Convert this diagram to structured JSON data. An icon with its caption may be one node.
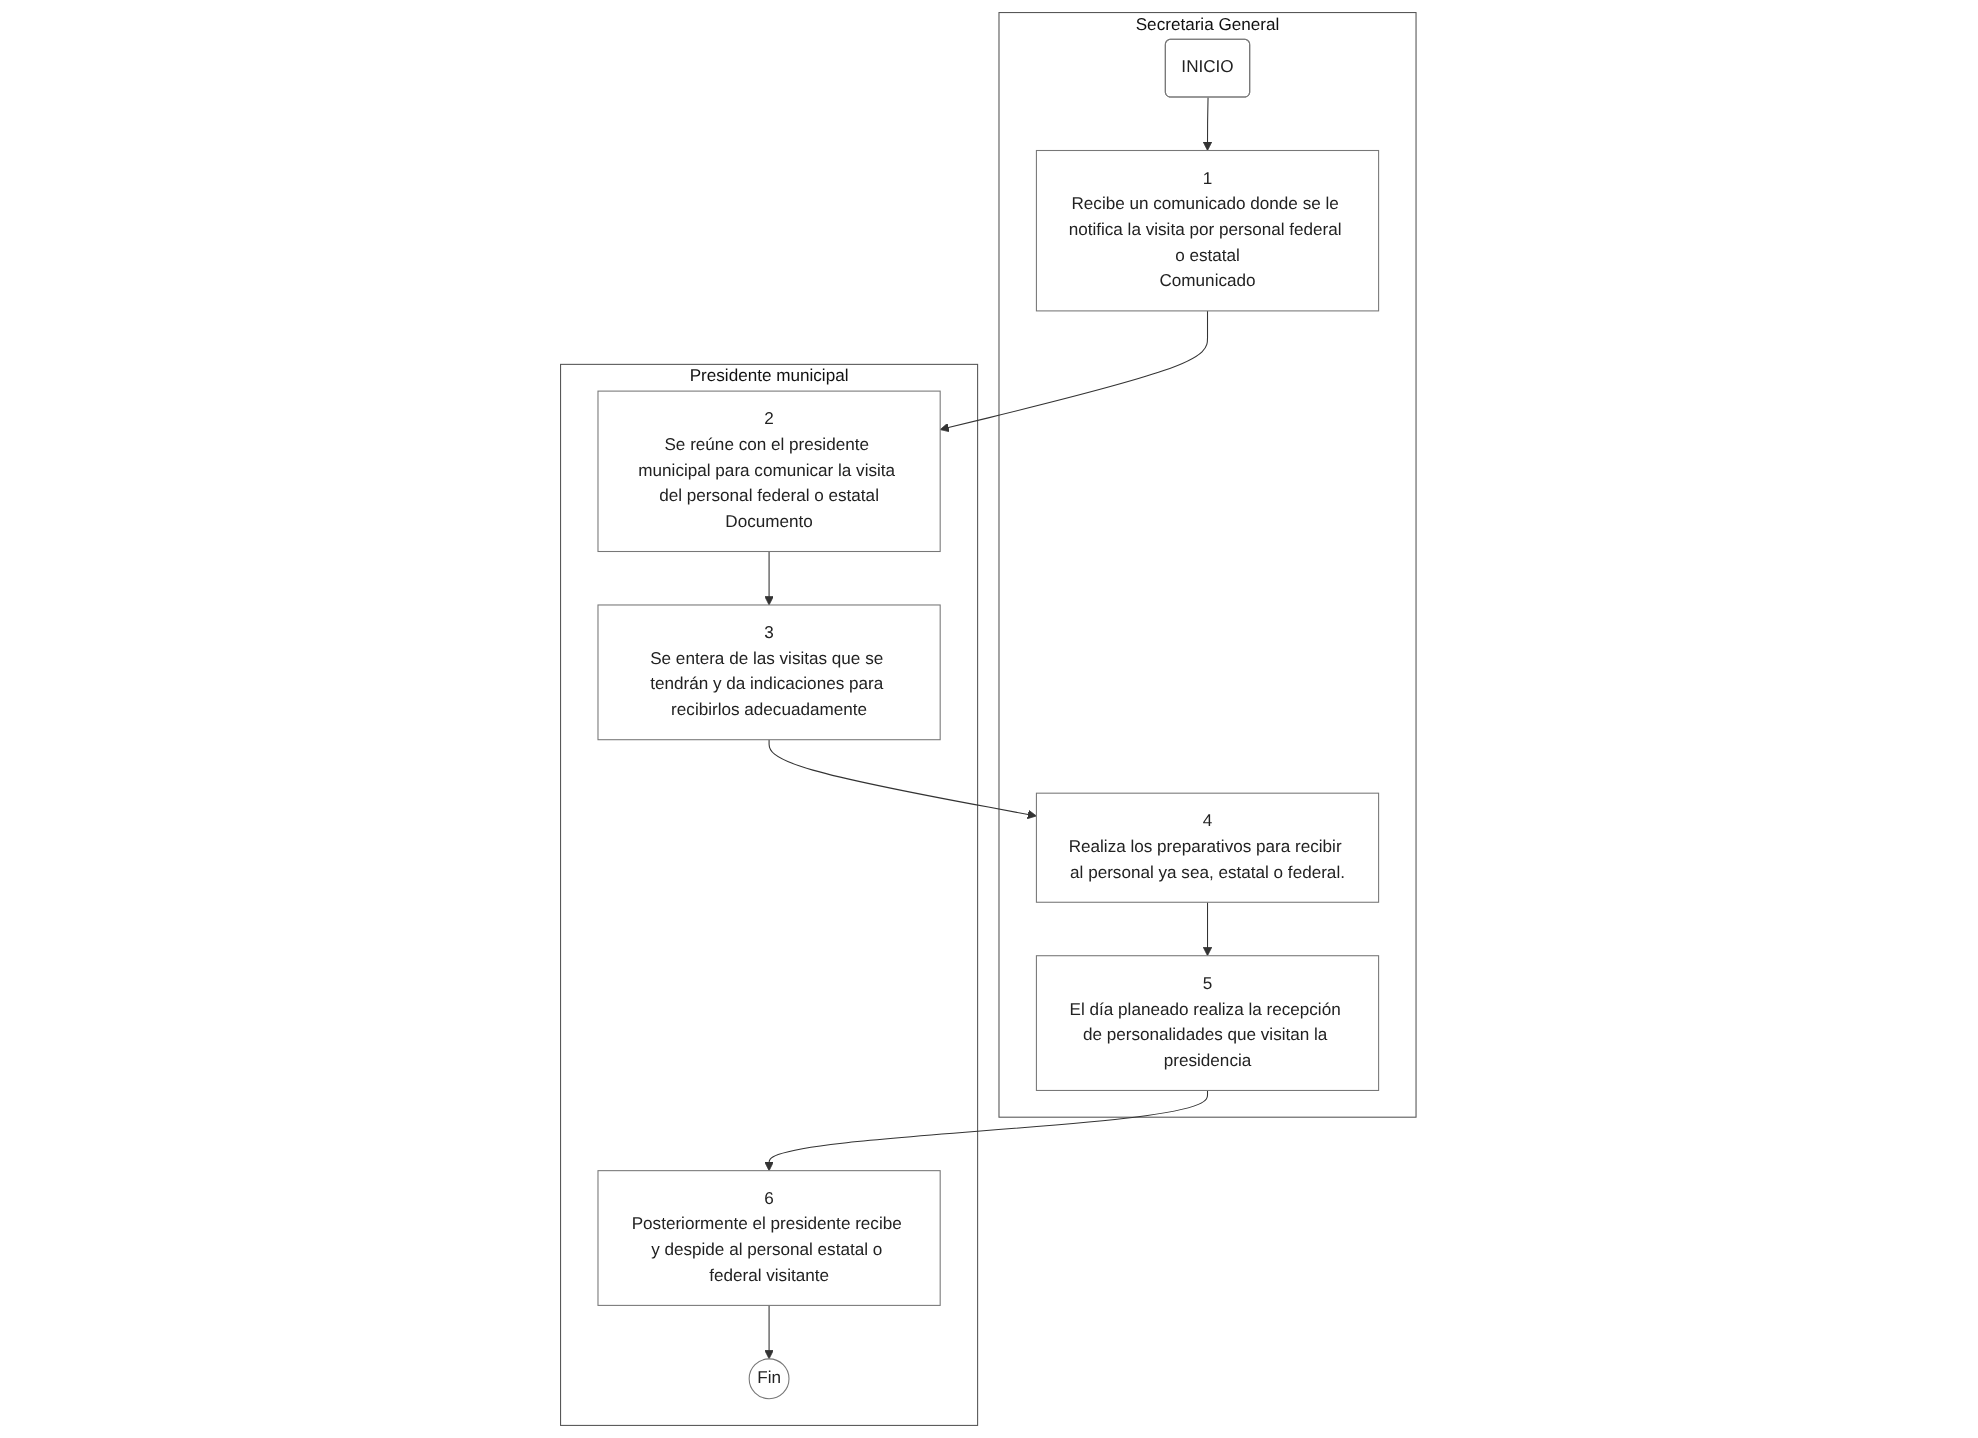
{
  "diagram": {
    "nodes": [
      {
        "text": [
          "Secretaria General"
        ]
      },
      {
        "text": [
          "INICIO"
        ],
        "in": 0
      },
      {
        "text": [
          "1",
          "Recibe un comunicado donde se le notifica la visita por personal federal o estatal",
          "Comunicado"
        ],
        "in": 0
      },
      {
        "text": [
          "4",
          "Realiza los preparativos para recibir al personal ya sea, estatal o federal."
        ],
        "in": 0
      },
      {
        "text": [
          "5",
          "El día planeado realiza la recepción de personalidades que visitan la presidencia"
        ],
        "in": 0
      },
      {
        "text": [
          "Presidente municipal"
        ]
      },
      {
        "text": [
          "2",
          "Se reúne con el presidente municipal para comunicar la visita del personal federal o estatal",
          "Documento"
        ],
        "in": 5
      },
      {
        "text": [
          "3",
          "Se entera de las visitas que se tendrán y da indicaciones para recibirlos adecuadamente"
        ],
        "in": 5
      },
      {
        "text": [
          "6",
          "Posteriormente el presidente recibe y despide al personal estatal o federal visitante"
        ],
        "in": 5
      },
      {
        "text": [
          "Fin"
        ],
        "in": 5
      }
    ],
    "edges": [
      {
        "from": 1,
        "to": 2,
        "arrow": "to"
      },
      {
        "from": 2,
        "to": 6,
        "arrow": "to"
      },
      {
        "from": 6,
        "to": 7,
        "arrow": "to"
      },
      {
        "from": 7,
        "to": 3,
        "arrow": "to"
      },
      {
        "from": 3,
        "to": 4,
        "arrow": "to"
      },
      {
        "from": 4,
        "to": 8,
        "arrow": "to"
      },
      {
        "from": 8,
        "to": 9,
        "arrow": "to"
      }
    ]
  }
}
